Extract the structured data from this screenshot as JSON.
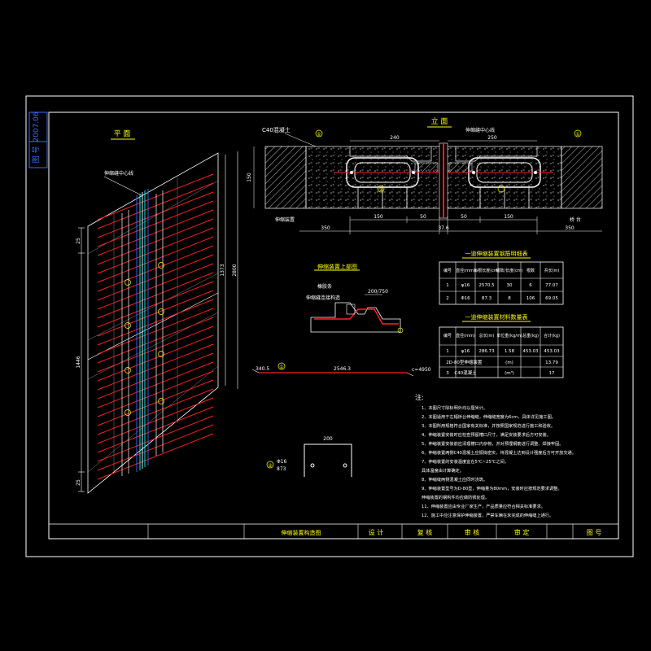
{
  "side_labels": {
    "date": "2007.06",
    "code": "图 号"
  },
  "plan": {
    "title": "平 面",
    "callout": "伸缩缝中心线",
    "dims_left": [
      "25",
      "1446",
      "25"
    ],
    "dims_right": [
      "1373",
      "2800"
    ]
  },
  "elevation": {
    "title": "立 面",
    "concrete_label": "C40混凝土",
    "center_label": "伸缩缝中心线",
    "top_dims": [
      "240",
      "250"
    ],
    "height_dim": "150",
    "bottom_dims": [
      "350",
      "150",
      "50",
      "50",
      "150",
      "350"
    ],
    "bottom_mid": "37.6",
    "left_label": "伸缩装置",
    "right_label": "桥 台",
    "markers": [
      "①",
      "②",
      "①"
    ]
  },
  "detail": {
    "title": "伸缩装置上部图",
    "label_a": "橡胶条",
    "label_b": "伸缩缝连接构造",
    "dim": "200/750"
  },
  "rebar_line": {
    "left": "340.5",
    "mid": "2546.3",
    "right": "c=4950",
    "mark": "①"
  },
  "stirrup": {
    "mark": "②",
    "label": "Φ16",
    "top_dim": "200",
    "len": "873"
  },
  "table1": {
    "title": "一道伸缩装置钢筋明细表",
    "headers": [
      "编号",
      "直径(mm)",
      "每根长度(cm)",
      "根数/长度(cm)",
      "根数",
      "共长(m)"
    ],
    "rows": [
      [
        "1",
        "φ16",
        "2570.5",
        "30",
        "6",
        "77.07"
      ],
      [
        "2",
        "Φ16",
        "87.3",
        "8",
        "106",
        "69.05"
      ]
    ]
  },
  "table2": {
    "title": "一道伸缩装置材料数量表",
    "headers": [
      "编号",
      "直径(mm)",
      "总长(m)",
      "单位重(kg/m)",
      "总重(kg)",
      "合计(kg)"
    ],
    "rows": [
      [
        "1",
        "φ16",
        "286.73",
        "1.58",
        "453.03",
        "453.03"
      ],
      [
        "2",
        "D-80型伸缩装置",
        "",
        "(m)",
        "",
        "13.79"
      ],
      [
        "3",
        "C40混凝土",
        "",
        "(m³)",
        "",
        "17"
      ]
    ]
  },
  "notes": {
    "title": "注:",
    "items": [
      "1、本图尺寸除标明外均以厘米计。",
      "2、本图适用于左幅桥台伸缩缝，伸缩缝宽度为6cm，具体详见施工图。",
      "3、本图所用规格符合国家有关标准，并按照国家规范进行施工和验收。",
      "4、伸缩装置安装时应检查预留槽口尺寸，满足安装要求后方可安装。",
      "5、伸缩装置安装前应清理槽口内杂物，并对预埋钢筋进行调整、焊接牢固。",
      "6、伸缩装置两侧C40混凝土应振捣密实，待混凝土达到设计强度后方可开放交通。",
      "7、伸缩装置的安装温度宜在5℃~25℃之间，",
      "   具体温度由计算确定。",
      "8、伸缩缝两侧混凝土应同时浇筑。",
      "9、伸缩装置型号为D-80型，伸缩量为80mm，安装时应按规范要求调整。",
      "   伸缩装置的钢构件均应做防锈处理。",
      "11、伸缩装置应由专业厂家生产，产品质量应符合相关标准要求。",
      "12、施工中应注意保护伸缩装置，严禁车辆在未完成的伸缩缝上通行。"
    ]
  },
  "title_block": {
    "drawing_name": "伸缩装置构造图",
    "cells": [
      "设 计",
      "复 核",
      "审 核",
      "审 定",
      "图 号"
    ]
  },
  "colors": {
    "background": "#000000",
    "frame": "#ffffff",
    "red": "#ff2020",
    "yellow": "#ffff00",
    "cyan": "#00ffff",
    "green": "#00ff00",
    "blue": "#3a6bff",
    "magenta": "#ff40ff"
  }
}
